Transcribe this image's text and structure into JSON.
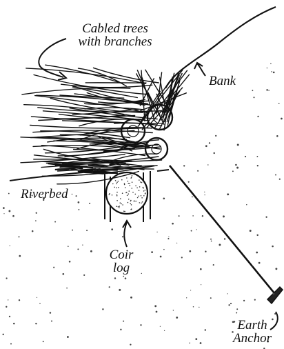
{
  "labels": {
    "cabled_trees_line1": "Cabled trees",
    "cabled_trees_line2": "with branches",
    "bank": "Bank",
    "riverbed": "Riverbed",
    "coir_log_line1": "Coir",
    "coir_log_line2": "log",
    "earth_anchor_line1": "Earth",
    "earth_anchor_line2": "Anchor"
  },
  "colors": {
    "ink": "#111111",
    "paper": "#ffffff"
  }
}
